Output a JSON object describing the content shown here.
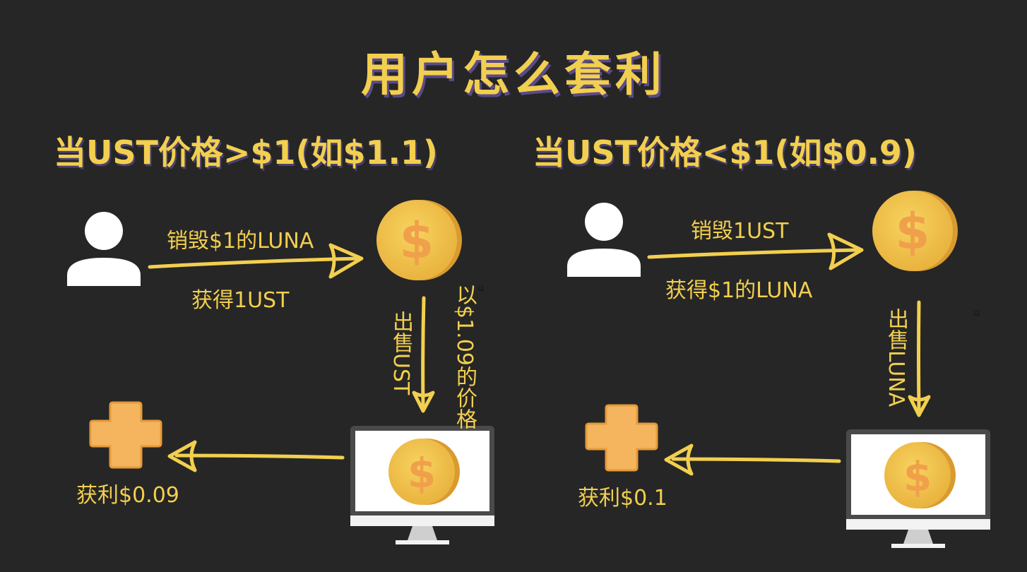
{
  "title": "用户怎么套利",
  "left": {
    "heading": "当UST价格>$1(如$1.1)",
    "arrow_top_label": "销毁$1的LUNA",
    "arrow_bottom_label": "获得1UST",
    "sell_label": "出售UST",
    "price_label": "以$1.09的价格",
    "tiny_label": "以",
    "profit_label": "获利$0.09"
  },
  "right": {
    "heading": "当UST价格<$1(如$0.9)",
    "arrow_top_label": "销毁1UST",
    "arrow_bottom_label": "获得$1的LUNA",
    "sell_label": "出售LUNA",
    "tiny_label": "以",
    "profit_label": "获利$0.1"
  },
  "colors": {
    "background": "#262626",
    "accent_yellow": "#f2cf4f",
    "coin": "#f0c14b",
    "coin_symbol": "#f0a04b",
    "plus": "#f5b55e",
    "person": "#ffffff"
  },
  "icons": [
    "user-icon",
    "coin-icon",
    "monitor-coin-icon",
    "plus-icon",
    "arrow-icon"
  ]
}
